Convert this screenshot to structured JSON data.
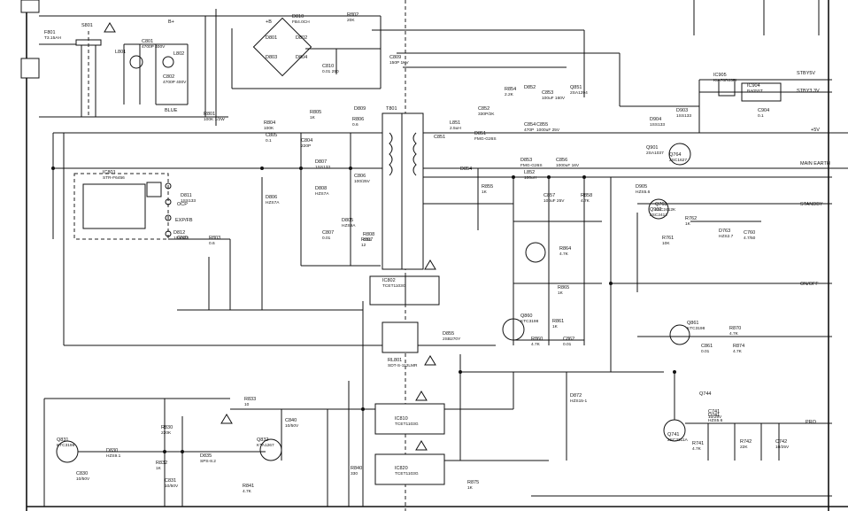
{
  "title": "Power supply circuit schematic",
  "components": [
    {
      "id": "F801",
      "value": "T3.15AH"
    },
    {
      "id": "S801",
      "value": ""
    },
    {
      "id": "L801",
      "value": ""
    },
    {
      "id": "L802",
      "value": ""
    },
    {
      "id": "C801",
      "value": "4700P 400V"
    },
    {
      "id": "C802",
      "value": "4700P 400V"
    },
    {
      "id": "D801",
      "value": ""
    },
    {
      "id": "D802",
      "value": ""
    },
    {
      "id": "D803",
      "value": ""
    },
    {
      "id": "D804",
      "value": ""
    },
    {
      "id": "D810",
      "value": "FB4.0CH"
    },
    {
      "id": "R802",
      "value": "20K"
    },
    {
      "id": "C809",
      "value": "150P 1KV"
    },
    {
      "id": "C810",
      "value": "0.01 250"
    },
    {
      "id": "T801",
      "value": ""
    },
    {
      "id": "C851",
      "value": ""
    },
    {
      "id": "L851",
      "value": "2.5uH"
    },
    {
      "id": "C852",
      "value": "330P/2K"
    },
    {
      "id": "D851",
      "value": "FMG-G26S"
    },
    {
      "id": "R854",
      "value": "2.2K"
    },
    {
      "id": "D852",
      "value": ""
    },
    {
      "id": "C853",
      "value": "100uF 160V"
    },
    {
      "id": "Q851",
      "value": "2SA1294"
    },
    {
      "id": "C854",
      "value": "470P"
    },
    {
      "id": "C855",
      "value": "1000uF 25V"
    },
    {
      "id": "D853",
      "value": "FMG-G26S"
    },
    {
      "id": "L852",
      "value": "100uH"
    },
    {
      "id": "C856",
      "value": "1000uF 16V"
    },
    {
      "id": "D854",
      "value": ""
    },
    {
      "id": "R855",
      "value": "1K"
    },
    {
      "id": "C857",
      "value": "100uF 25V"
    },
    {
      "id": "R858",
      "value": "4.7K"
    },
    {
      "id": "Q901",
      "value": "2SA1037"
    },
    {
      "id": "Q902",
      "value": "2SC2412"
    },
    {
      "id": "D903",
      "value": "1SS133"
    },
    {
      "id": "D904",
      "value": "1SS133"
    },
    {
      "id": "IC801",
      "value": "STR-F6456"
    },
    {
      "id": "D812",
      "value": "1SS133"
    },
    {
      "id": "R801",
      "value": "100K 1/2W"
    },
    {
      "id": "D811",
      "value": "1SS133"
    },
    {
      "id": "D806",
      "value": "HZS7A"
    },
    {
      "id": "R803",
      "value": "0.6"
    },
    {
      "id": "R804",
      "value": "100K"
    },
    {
      "id": "C804",
      "value": "220P"
    },
    {
      "id": "D808",
      "value": "HZS7A"
    },
    {
      "id": "D807",
      "value": "1SS133"
    },
    {
      "id": "R805",
      "value": "1K"
    },
    {
      "id": "R806",
      "value": "0.6"
    },
    {
      "id": "D809",
      "value": ""
    },
    {
      "id": "C805",
      "value": "0.1"
    },
    {
      "id": "D805",
      "value": "HZS9A"
    },
    {
      "id": "R807",
      "value": "12"
    },
    {
      "id": "C806",
      "value": "100/25V"
    },
    {
      "id": "C807",
      "value": "0.01"
    },
    {
      "id": "R808",
      "value": "0.01"
    },
    {
      "id": "IC802",
      "value": "TCET1103G"
    },
    {
      "id": "RL801",
      "value": "SDT-S-112LMR"
    },
    {
      "id": "D855",
      "value": "2SB270Y"
    },
    {
      "id": "Q860",
      "value": "KTC3198"
    },
    {
      "id": "R860",
      "value": "4.7K"
    },
    {
      "id": "R861",
      "value": "1K"
    },
    {
      "id": "C862",
      "value": "0.01"
    },
    {
      "id": "Q861",
      "value": "KTC3198"
    },
    {
      "id": "C861",
      "value": "0.01"
    },
    {
      "id": "R870",
      "value": "4.7K"
    },
    {
      "id": "R874",
      "value": "4.7K"
    },
    {
      "id": "R875",
      "value": "1K"
    },
    {
      "id": "D872",
      "value": "HZS15-1"
    },
    {
      "id": "IC810",
      "value": "TCET1103G"
    },
    {
      "id": "IC820",
      "value": "TCET1103G"
    },
    {
      "id": "Q831",
      "value": "KTC3198"
    },
    {
      "id": "Q832",
      "value": "KTA1267"
    },
    {
      "id": "R830",
      "value": "220K"
    },
    {
      "id": "R832",
      "value": "1K"
    },
    {
      "id": "D830",
      "value": "HZS9.1"
    },
    {
      "id": "C830",
      "value": "10/50V"
    },
    {
      "id": "C831",
      "value": "10/50V"
    },
    {
      "id": "R833",
      "value": "10"
    },
    {
      "id": "R840",
      "value": "330"
    },
    {
      "id": "C840",
      "value": "10/50V"
    },
    {
      "id": "D835",
      "value": "SPS-8.2"
    },
    {
      "id": "R841",
      "value": "4.7K"
    },
    {
      "id": "C741",
      "value": "10/25V"
    },
    {
      "id": "Q741",
      "value": "2SC3311A"
    },
    {
      "id": "Q744",
      "value": ""
    },
    {
      "id": "D741",
      "value": "HZS5.6"
    },
    {
      "id": "R741",
      "value": "4.7K"
    },
    {
      "id": "R742",
      "value": "22K"
    },
    {
      "id": "C742",
      "value": "10/25V"
    },
    {
      "id": "IC904",
      "value": "BA05ST"
    },
    {
      "id": "IC905",
      "value": "KIA78R05PI"
    },
    {
      "id": "C904",
      "value": "0.1"
    },
    {
      "id": "Q763",
      "value": "2SC2412K"
    },
    {
      "id": "Q764",
      "value": "2SC1627"
    },
    {
      "id": "R762",
      "value": "1K"
    },
    {
      "id": "D763",
      "value": "HZS2.7"
    },
    {
      "id": "C760",
      "value": "4.7/50"
    },
    {
      "id": "R761",
      "value": "10K"
    },
    {
      "id": "D905",
      "value": "HZS5.6"
    },
    {
      "id": "R864",
      "value": "4.7K"
    },
    {
      "id": "R865",
      "value": "1K"
    }
  ],
  "signals": [
    {
      "label": "B+"
    },
    {
      "label": "+B"
    },
    {
      "label": "STBY5V"
    },
    {
      "label": "STBY3.3V"
    },
    {
      "label": "+5V"
    },
    {
      "label": "MAIN EARTH"
    },
    {
      "label": "STANDBY"
    },
    {
      "label": "ON/OFF"
    },
    {
      "label": "PRO"
    }
  ],
  "notes": [
    {
      "label": "BLUE"
    },
    {
      "label": "EXP/FB"
    },
    {
      "label": "GND"
    },
    {
      "label": "OCP"
    }
  ]
}
